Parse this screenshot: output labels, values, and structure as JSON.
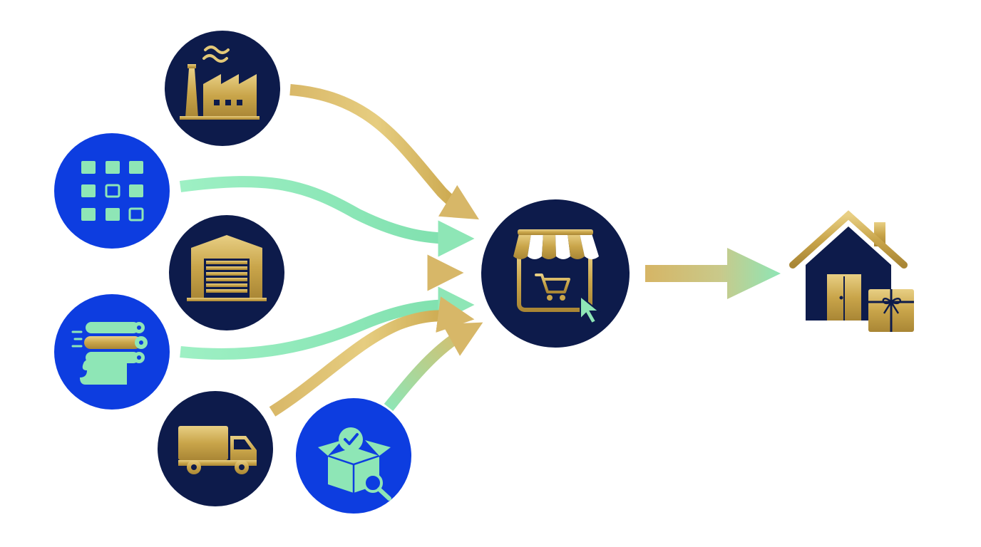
{
  "diagram": {
    "type": "supply-chain-flow",
    "colors": {
      "navy": "#0d1b4b",
      "royal_blue": "#0d3de0",
      "gold": "#c9a54a",
      "gold_light": "#e3c878",
      "mint": "#8ee6b6",
      "white": "#ffffff"
    },
    "sources": [
      {
        "id": "factory",
        "icon": "factory-icon",
        "fill": "navy",
        "arrow": "gold"
      },
      {
        "id": "inventory-grid",
        "icon": "inventory-grid-icon",
        "fill": "royal_blue",
        "arrow": "mint"
      },
      {
        "id": "warehouse",
        "icon": "warehouse-icon",
        "fill": "navy",
        "arrow": "gold"
      },
      {
        "id": "printing-rollers",
        "icon": "printing-rollers-icon",
        "fill": "royal_blue",
        "arrow": "mint"
      },
      {
        "id": "delivery-truck",
        "icon": "delivery-truck-icon",
        "fill": "navy",
        "arrow": "gold"
      },
      {
        "id": "package-inspection",
        "icon": "package-inspection-icon",
        "fill": "royal_blue",
        "arrow": "gold-to-mint"
      }
    ],
    "hub": {
      "id": "online-store",
      "icon": "online-store-icon",
      "fill": "navy"
    },
    "output_arrow": {
      "gradient": "gold-to-mint"
    },
    "destination": {
      "id": "home-delivery",
      "icon": "house-with-gift-icon"
    }
  }
}
